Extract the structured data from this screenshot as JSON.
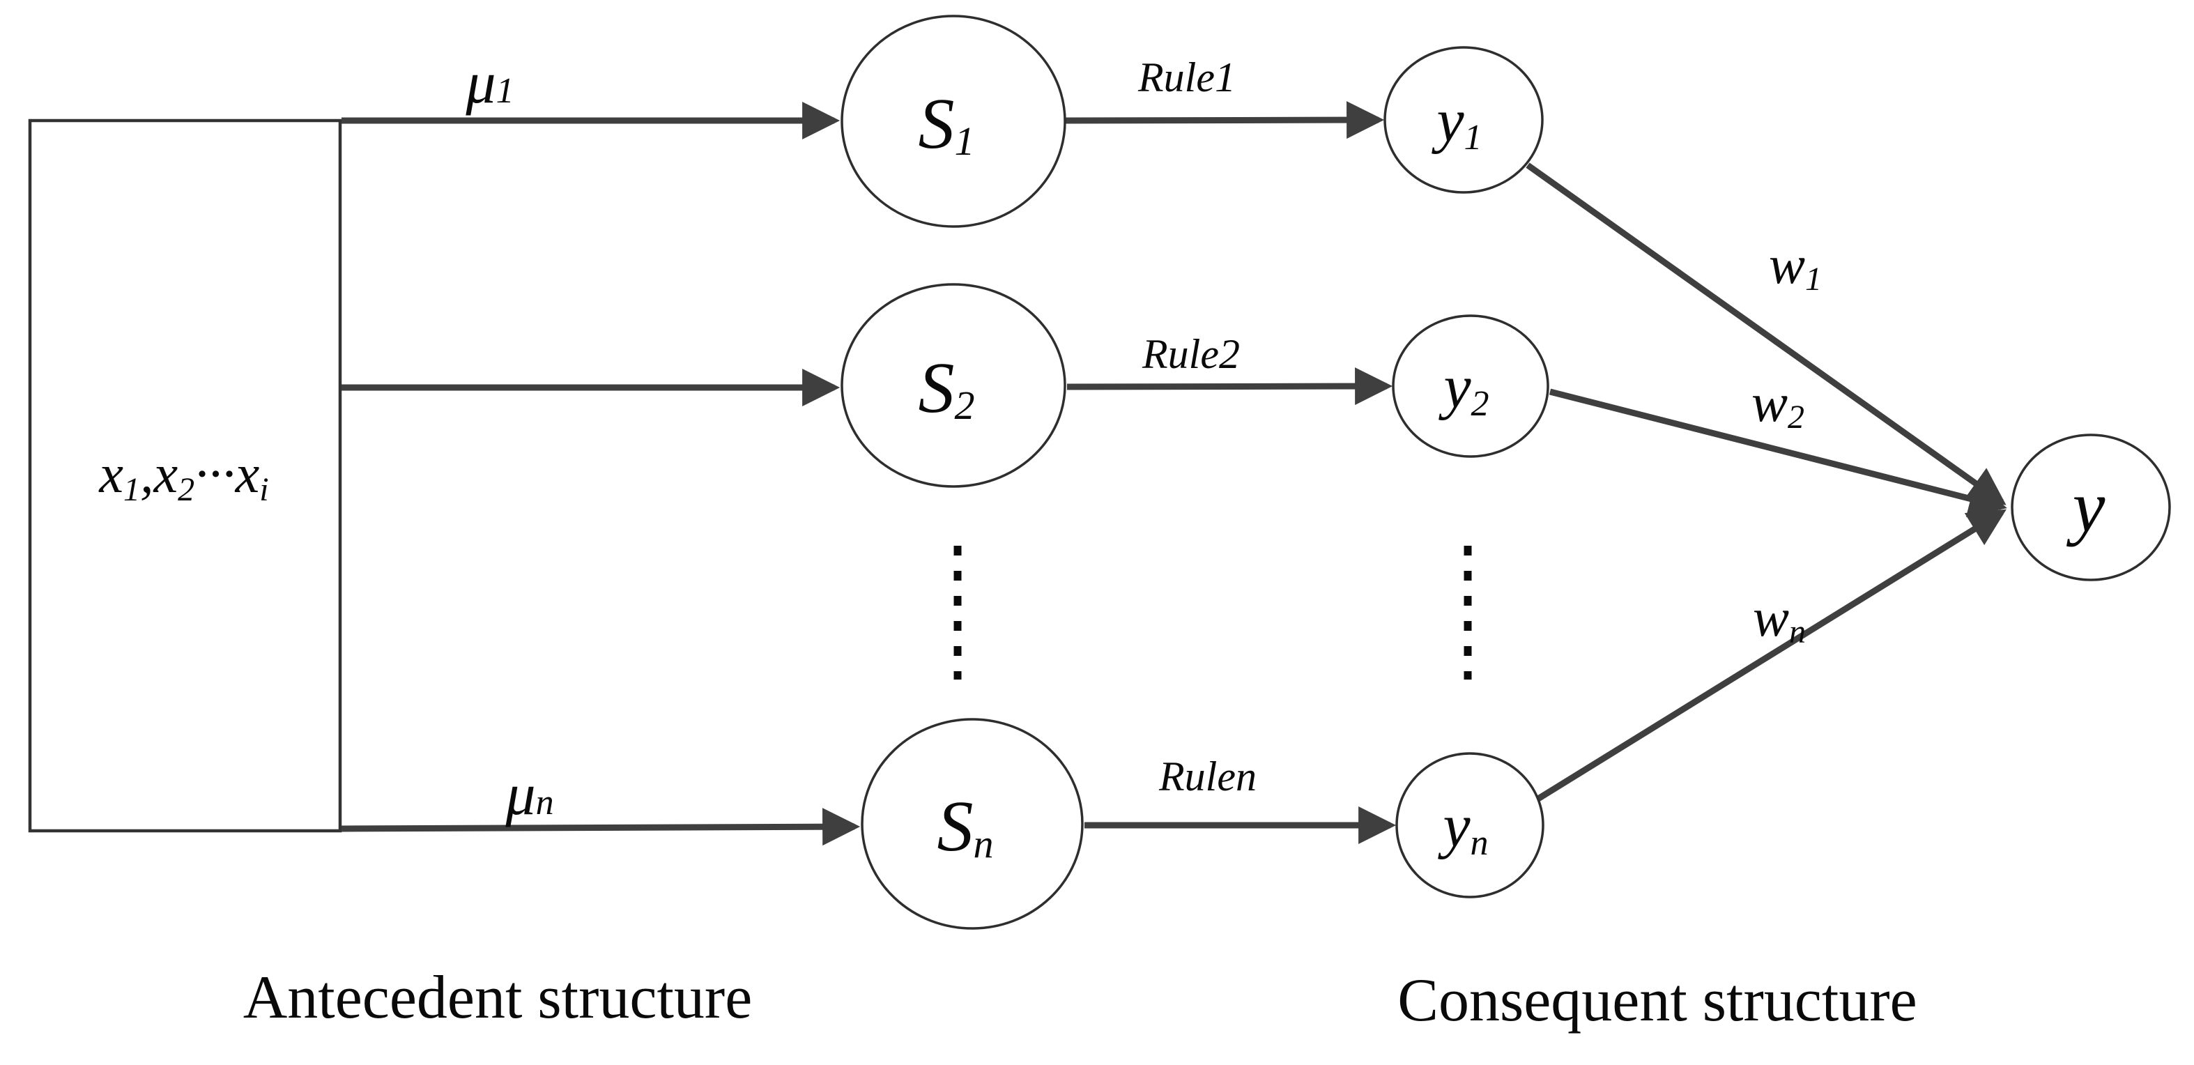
{
  "style": {
    "background": "#ffffff",
    "line_color": "#3f3f3f",
    "node_stroke": "#2e2e2e",
    "box_stroke": "#333333",
    "text_color": "#0a0a0a"
  },
  "input_box": {
    "x1": "x",
    "sub1": "1",
    "comma": ",",
    "x2": "x",
    "sub2": "2",
    "dots": "···",
    "x3": "x",
    "sub3": "i"
  },
  "nodes": {
    "s1": {
      "main": "S",
      "sub": "1"
    },
    "s2": {
      "main": "S",
      "sub": "2"
    },
    "sn": {
      "main": "S",
      "sub": "n"
    },
    "y1": {
      "main": "y",
      "sub": "1"
    },
    "y2": {
      "main": "y",
      "sub": "2"
    },
    "yn": {
      "main": "y",
      "sub": "n"
    },
    "y_out": {
      "main": "y"
    }
  },
  "edge_labels": {
    "mu1": {
      "main": "μ",
      "sub": "1"
    },
    "mun": {
      "main": "μ",
      "sub": "n"
    },
    "rule1": "Rule1",
    "rule2": "Rule2",
    "rulen": "Rulen",
    "w1": {
      "main": "w",
      "sub": "1"
    },
    "w2": {
      "main": "w",
      "sub": "2"
    },
    "wn": {
      "main": "w",
      "sub": "n"
    }
  },
  "captions": {
    "antecedent": "Antecedent structure",
    "consequent": "Consequent structure"
  }
}
